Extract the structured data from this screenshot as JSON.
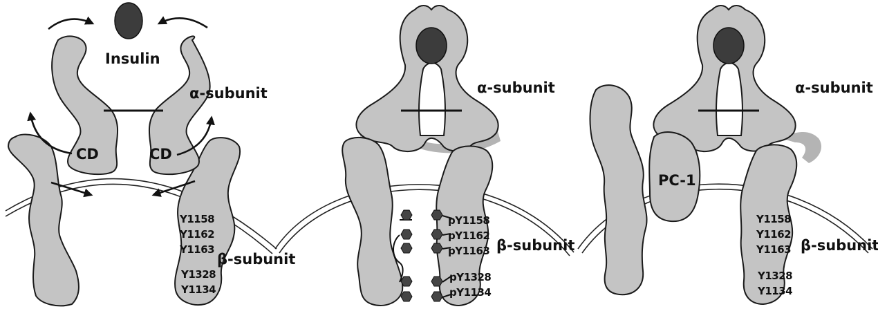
{
  "panels": [
    {
      "insulin_label": "Insulin",
      "alpha_label": "α-subunit",
      "beta_label": "β-subunit",
      "cd_labels": [
        "CD",
        "CD"
      ],
      "residues": [
        "Y1158",
        "Y1162",
        "Y1163",
        "Y1328",
        "Y1134"
      ]
    },
    {
      "alpha_label": "α-subunit",
      "beta_label": "β-subunit",
      "residues": [
        "pY1158",
        "pY1162",
        "pY1163",
        "pY1328",
        "pY1134"
      ]
    },
    {
      "alpha_label": "α-subunit",
      "beta_label": "β-subunit",
      "pc1_label": "PC-1",
      "residues": [
        "Y1158",
        "Y1162",
        "Y1163",
        "Y1328",
        "Y1134"
      ]
    }
  ],
  "colors": {
    "protein": "#c4c4c4",
    "insulin": "#3c3c3c",
    "phosphate": "#454545",
    "outline": "#1a1a1a"
  }
}
